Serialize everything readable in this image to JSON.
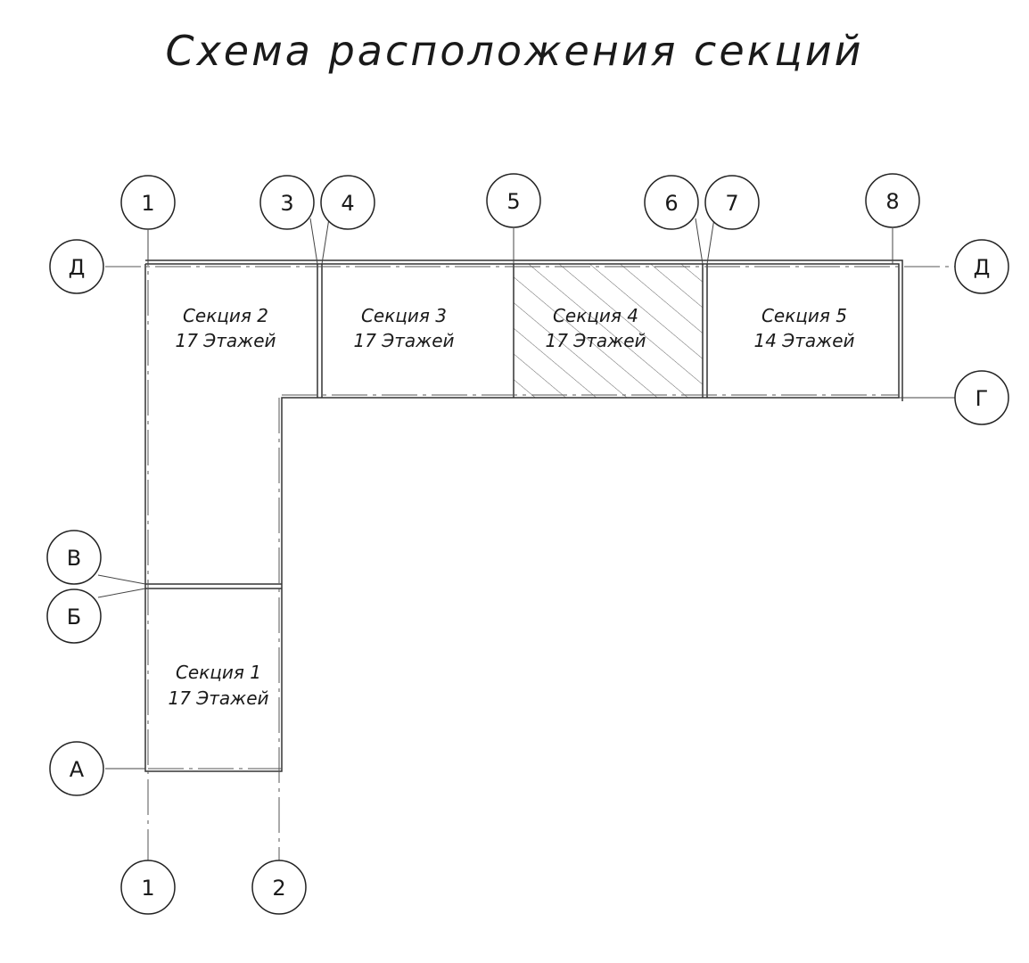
{
  "title": "Схема расположения секций",
  "axes_top": [
    "1",
    "3",
    "4",
    "5",
    "6",
    "7",
    "8"
  ],
  "axes_bottom": [
    "1",
    "2"
  ],
  "axes_rows": [
    "Д",
    "Д",
    "Г",
    "В",
    "Б",
    "А"
  ],
  "sections": [
    {
      "name": "Секция 1",
      "floors": "17 Этажей"
    },
    {
      "name": "Секция 2",
      "floors": "17 Этажей"
    },
    {
      "name": "Секция 3",
      "floors": "17 Этажей"
    },
    {
      "name": "Секция 4",
      "floors": "17 Этажей"
    },
    {
      "name": "Секция 5",
      "floors": "14 Этажей"
    }
  ]
}
